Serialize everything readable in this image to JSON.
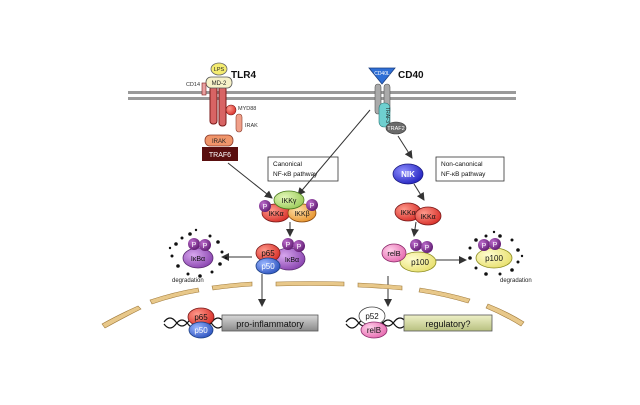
{
  "receptors": {
    "tlr4": "TLR4",
    "cd40": "CD40",
    "lps": "LPS",
    "md2": "MD-2",
    "cd14": "CD14",
    "myd88": "MYD88",
    "irak_side": "IRAK",
    "irak_box": "IRAK",
    "traf6": "TRAF6",
    "cd40l": "CD40L",
    "traf3": "TRAF3",
    "traf2": "TRAF2"
  },
  "pathways": {
    "canonical_line1": "Canonical",
    "canonical_line2": "NF-κB pathway",
    "noncanonical_line1": "Non-canonical",
    "noncanonical_line2": "NF-κB pathway"
  },
  "canonical": {
    "ikk_gamma": "IKKγ",
    "ikk_alpha": "IKKα",
    "ikk_beta": "IKKβ",
    "p65": "p65",
    "p50": "p50",
    "ikba": "IκBα",
    "ikba_degraded": "IκBα",
    "degradation": "degradation",
    "p65_nuc": "p65",
    "p50_nuc": "p50",
    "gene": "pro-inflammatory"
  },
  "noncanonical": {
    "nik": "NIK",
    "ikka_1": "IKKα",
    "ikka_2": "IKKα",
    "relb": "relB",
    "p100": "p100",
    "p100_degraded": "p100",
    "degradation": "degradation",
    "p52_nuc": "p52",
    "relb_nuc": "relB",
    "gene": "regulatory?"
  },
  "phospho": "P",
  "colors": {
    "membrane": "#9a9a9a",
    "traf6_box": "#5a0f0f",
    "phospho": "#7d2a8a",
    "ikk_gamma": "#b7e07c",
    "ikk_alpha": "#e8443a",
    "ikk_beta": "#f2b05a",
    "p65": "#e8443a",
    "p50": "#3a62c9",
    "ikba": "#a05cc0",
    "nik": "#3b3bd4",
    "relb": "#ef7fc0",
    "p100": "#f4f08a",
    "nucleus": "#e8c88a",
    "gene_grey": "#9a9a9a",
    "gene_olive": "#cfd6a0"
  }
}
